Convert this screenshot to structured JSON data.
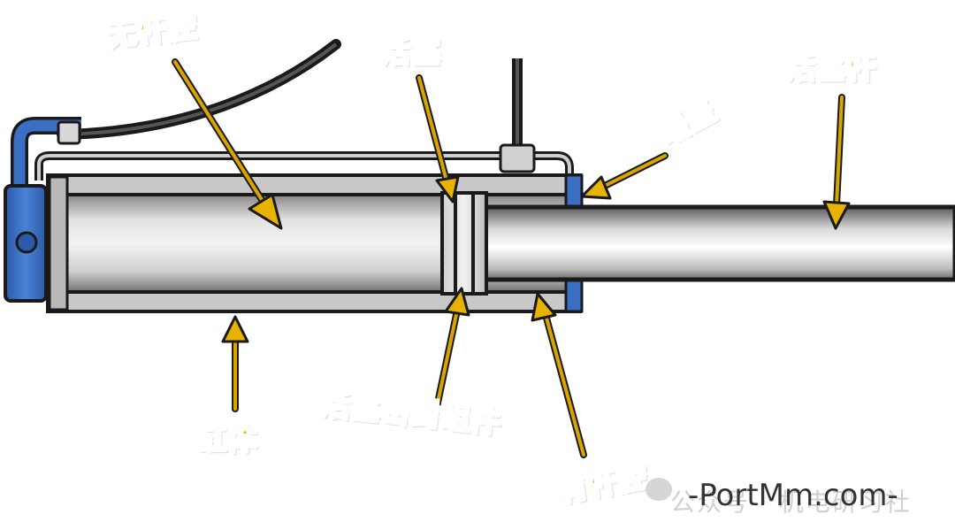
{
  "labels": {
    "no_rod_chamber": "无杆腔",
    "piston": "活塞",
    "piston_rod": "活塞杆",
    "end_cap": "端盖",
    "cylinder_body": "缸体",
    "piston_seal_assembly": "活塞密封组件",
    "rod_chamber": "有杆腔"
  },
  "watermark": {
    "background_text": "公众号 · 机电研习社",
    "overlay_text": "-PortMm.com-",
    "icon": "wechat-icon"
  },
  "colors": {
    "label": "#f0b800",
    "arrow": "#d9a400",
    "cylinder_blue": "#3a6fc4",
    "outline": "#1a1a1a"
  }
}
